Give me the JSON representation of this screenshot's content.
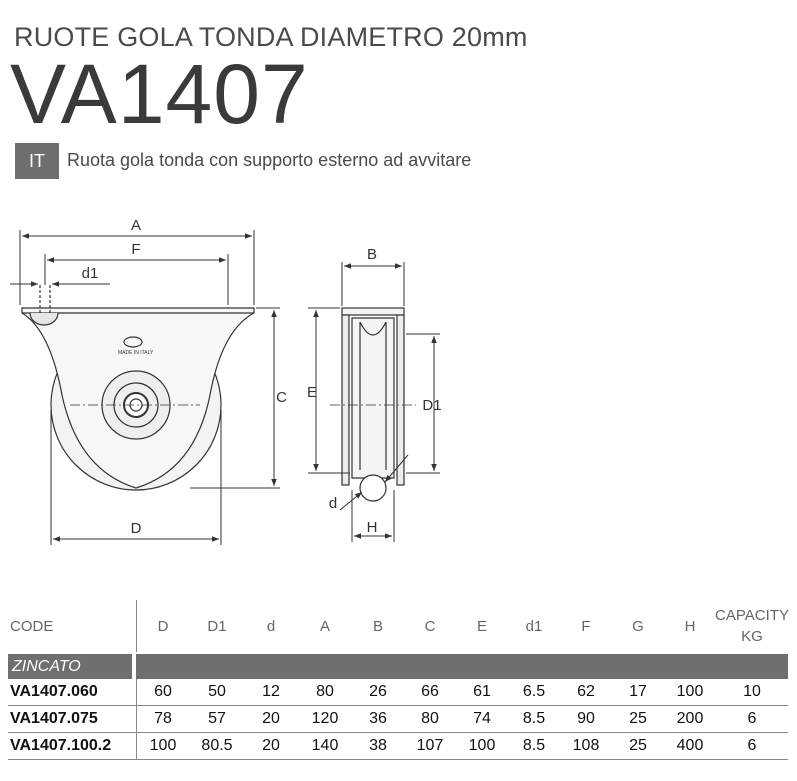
{
  "header": {
    "subtitle": "RUOTE GOLA TONDA DIAMETRO 20mm",
    "model": "VA1407",
    "lang": "IT",
    "description": "Ruota gola tonda con supporto esterno ad avvitare"
  },
  "drawing": {
    "labels": {
      "A": "A",
      "F": "F",
      "d1": "d1",
      "C": "C",
      "D": "D",
      "B": "B",
      "E": "E",
      "D1": "D1",
      "d": "d",
      "H": "H"
    },
    "logo_text": "MADE IN ITALY"
  },
  "table": {
    "headers": {
      "code": "CODE",
      "cols": [
        "D",
        "D1",
        "d",
        "A",
        "B",
        "C",
        "E",
        "d1",
        "F",
        "G",
        "H"
      ],
      "capacity_line1": "CAPACITY",
      "capacity_line2": "KG"
    },
    "group": "ZINCATO",
    "rows": [
      {
        "code": "VA1407.060",
        "values": [
          "60",
          "50",
          "12",
          "80",
          "26",
          "66",
          "61",
          "6.5",
          "62",
          "17",
          "100"
        ],
        "capacity": "10"
      },
      {
        "code": "VA1407.075",
        "values": [
          "78",
          "57",
          "20",
          "120",
          "36",
          "80",
          "74",
          "8.5",
          "90",
          "25",
          "200"
        ],
        "capacity": "6"
      },
      {
        "code": "VA1407.100.2",
        "values": [
          "100",
          "80.5",
          "20",
          "140",
          "38",
          "107",
          "100",
          "8.5",
          "108",
          "25",
          "400"
        ],
        "capacity": "6"
      }
    ]
  }
}
